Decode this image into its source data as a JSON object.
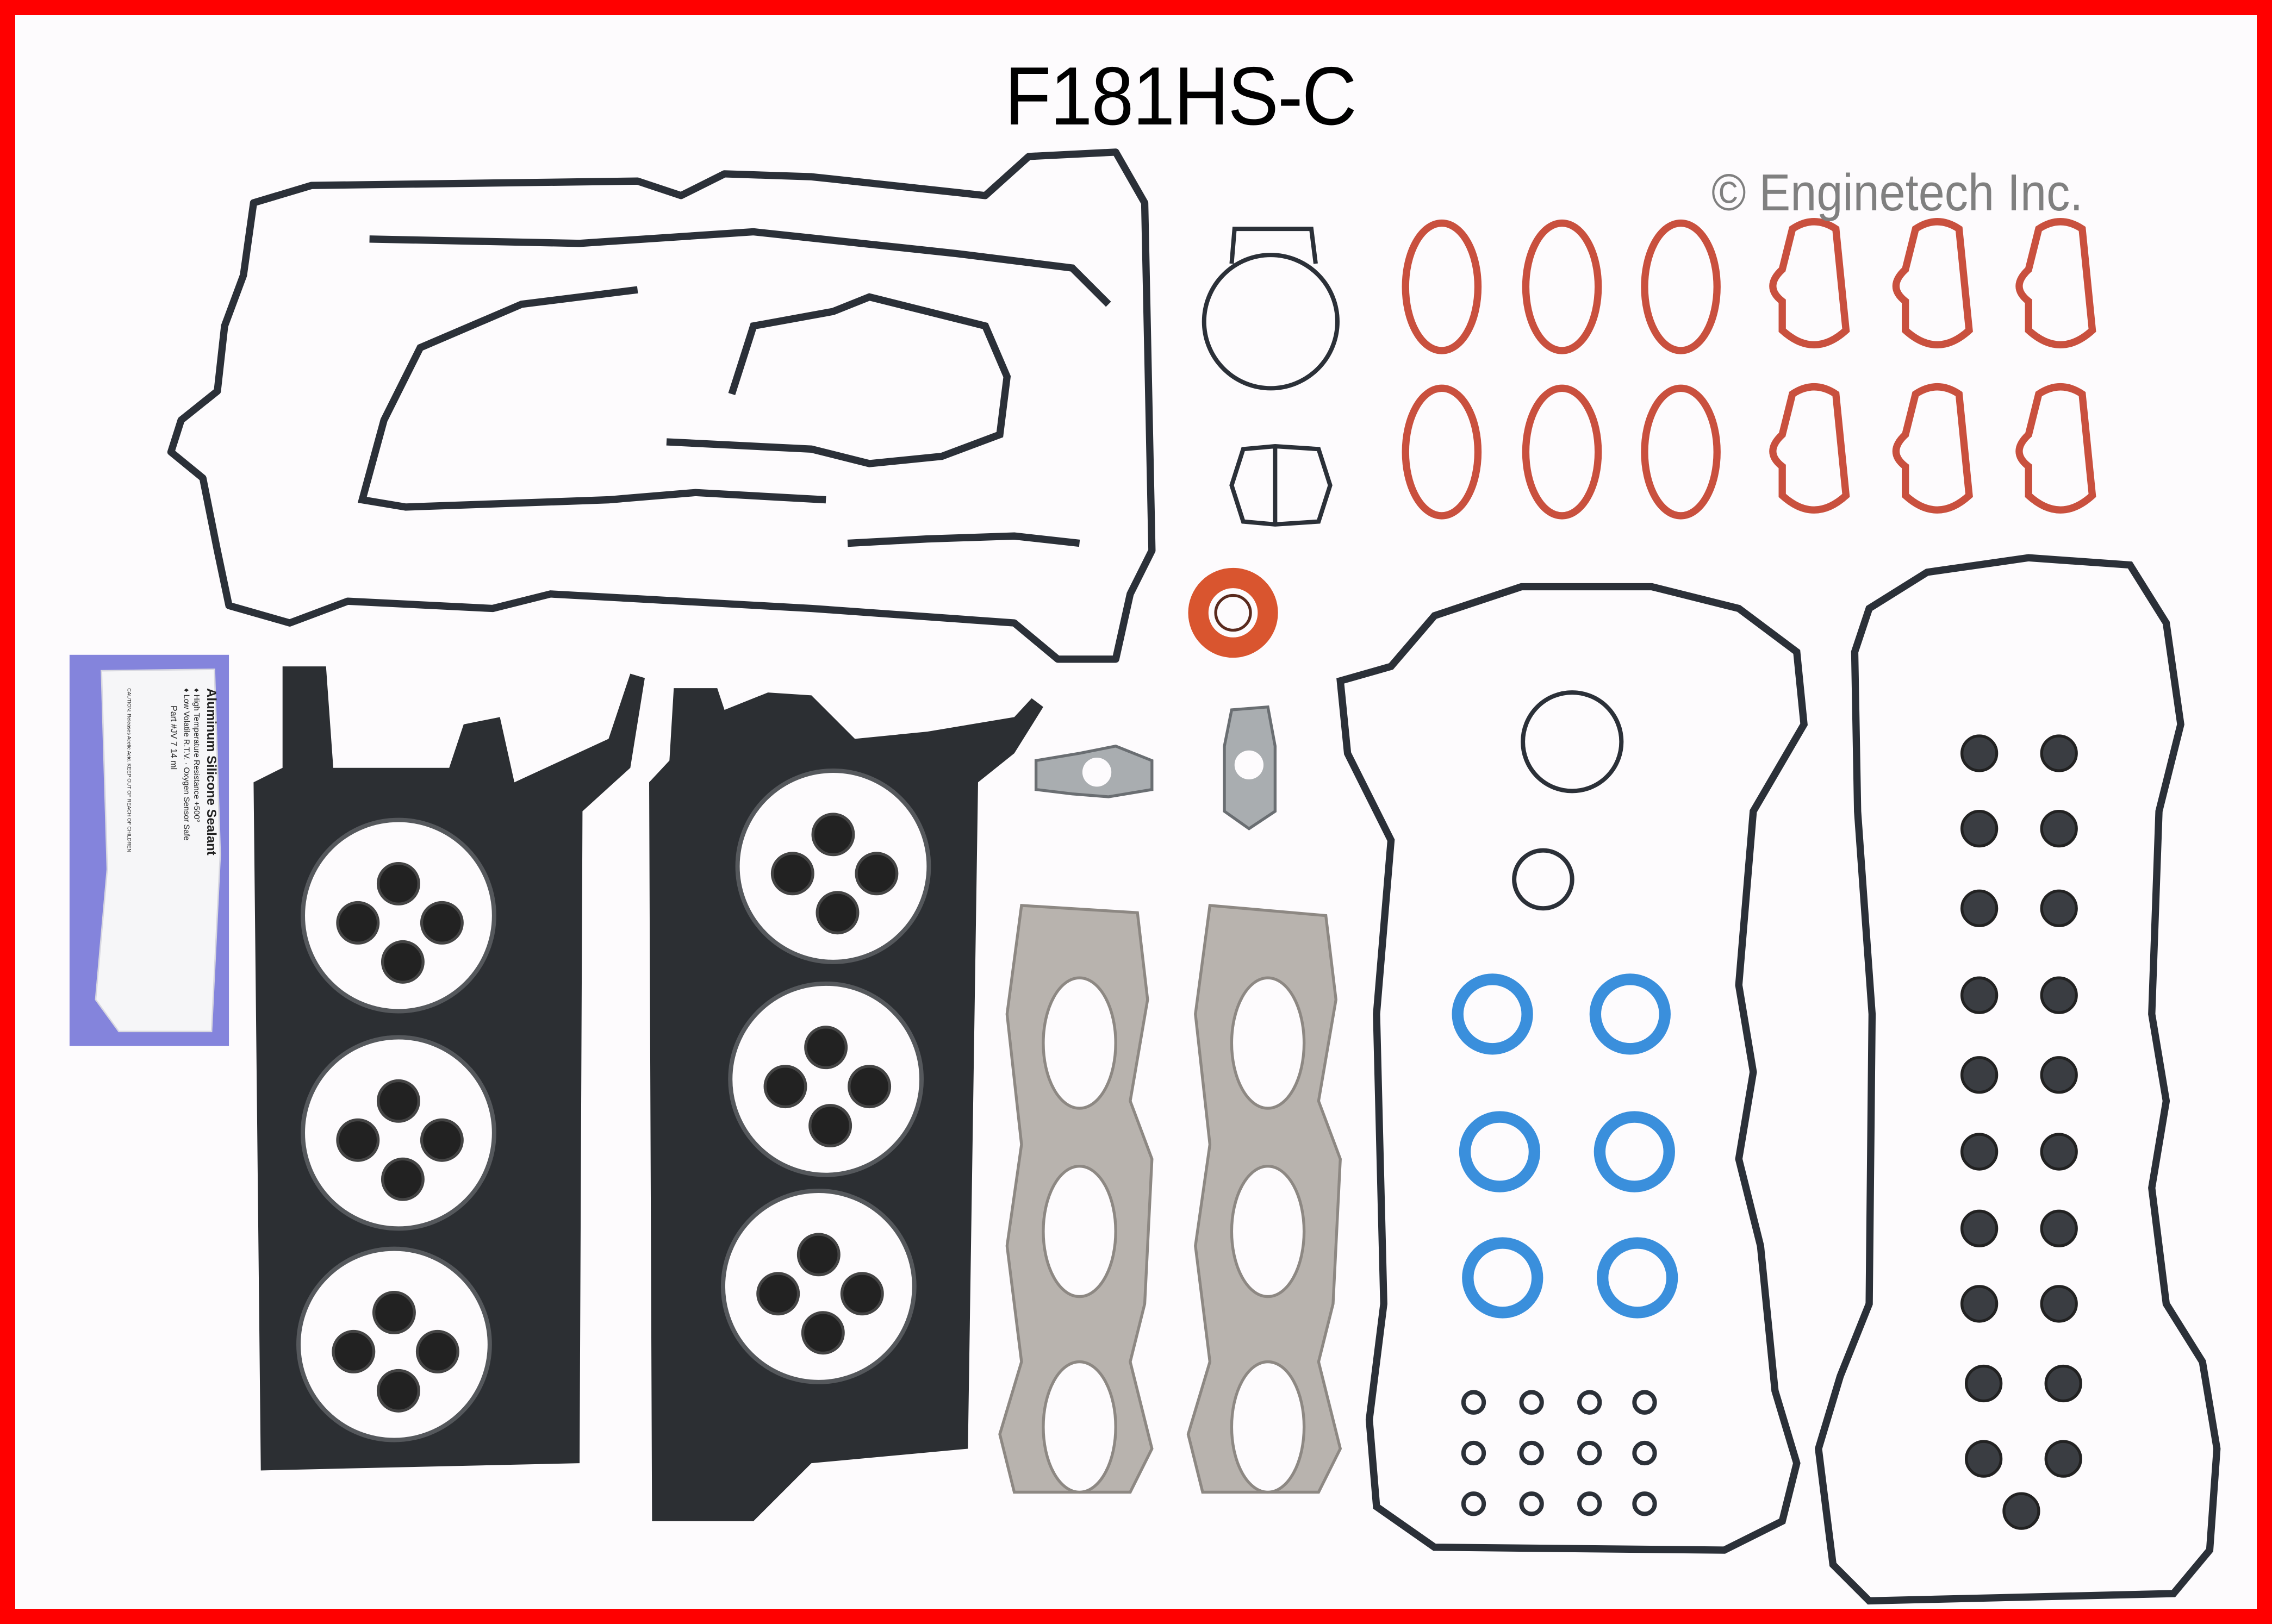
{
  "header": {
    "part_number": "F181HS-C",
    "copyright": "© Enginetech Inc."
  },
  "sealant_pouch": {
    "title": "Aluminum Silicone Sealant",
    "feature_1": "♦ High Temperature Resistance +500°",
    "feature_2": "♦ Low Volatile R.T.V. · Oxygen Sensor Safe",
    "part": "Part #JV 7     14 ml",
    "caution": "CAUTION: Releases Acetic Acid. KEEP OUT OF REACH OF CHILDREN"
  },
  "colors": {
    "border": "#ff0000",
    "rubber": "#2b3038",
    "intake_gasket": "#c9503e",
    "o_ring_blue": "#3a8fdc",
    "pouch_backing": "#8484dc"
  }
}
